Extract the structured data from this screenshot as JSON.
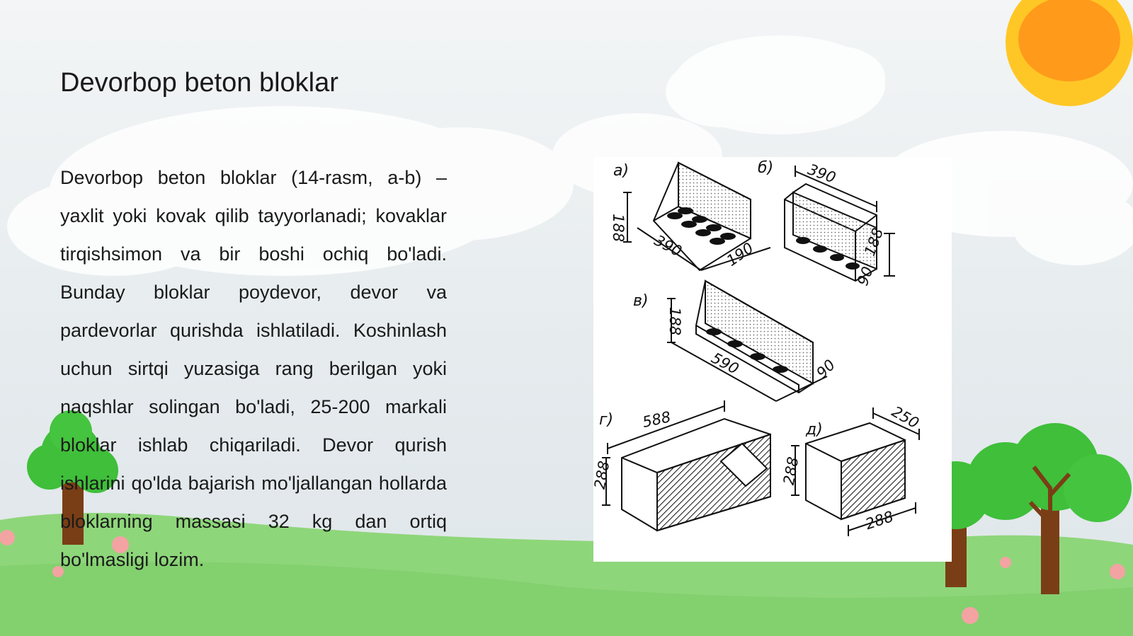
{
  "slide": {
    "title": "Devorbop beton bloklar",
    "body": "Devorbop beton bloklar (14-rasm, a-b) – yaxlit yoki kovak qilib tayyorlanadi; kovaklar tirqishsimon va bir boshi ochiq bo'ladi. Bunday bloklar poydevor, devor va pardevorlar qurishda ishlatiladi. Koshinlash uchun sirtqi yuzasiga rang berilgan yoki naqshlar solingan bo'ladi, 25-200 markali bloklar ishlab chiqariladi. Devor qurish ishlarini qo'lda bajarish mo'ljallangan hollarda bloklarning massasi 32 kg dan ortiq bo'lmasligi lozim."
  },
  "figure": {
    "a": {
      "label": "a)",
      "height": "188",
      "length": "390",
      "width": "190"
    },
    "b": {
      "label": "б)",
      "length": "390",
      "height": "188",
      "width": "90"
    },
    "v": {
      "label": "в)",
      "height": "188",
      "length": "590",
      "width": "90"
    },
    "g": {
      "label": "г)",
      "length": "588",
      "height": "288"
    },
    "d": {
      "label": "д)",
      "width": "250",
      "height": "288",
      "length": "288"
    }
  },
  "colors": {
    "sun_outer": "#ffc726",
    "sun_inner": "#ff9a1a",
    "grass": "#8ed67a",
    "foliage": "#3fbf3a",
    "trunk": "#7a3e16"
  }
}
